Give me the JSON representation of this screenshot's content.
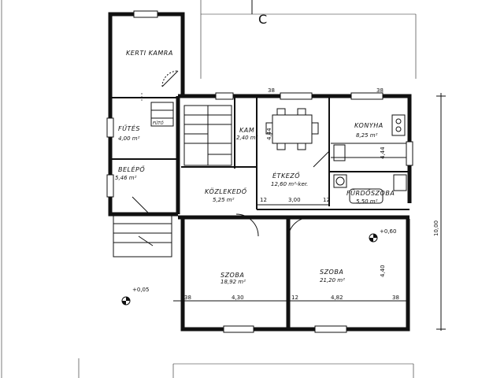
{
  "section_marker": "C",
  "rooms": {
    "garden_storage": {
      "name": "KERTI KAMRA"
    },
    "heating": {
      "name": "FŰTÉS",
      "area": "4,00 m²",
      "note": "FŰTŐ"
    },
    "entrance": {
      "name": "BELÉPŐ",
      "area": "5,46 m²"
    },
    "pantry": {
      "name": "KAM",
      "area": "2,40 m²"
    },
    "dining": {
      "name": "ÉTKEZŐ",
      "area": "12,60 m²-ker."
    },
    "kitchen": {
      "name": "KONYHA",
      "area": "8,25 m²"
    },
    "corridor": {
      "name": "KÖZLEKEDŐ",
      "area": "5,25 m²"
    },
    "bathroom": {
      "name": "FÜRDŐSZOBA",
      "area": "5,50 m²"
    },
    "room_left": {
      "name": "SZOBA",
      "area": "18,92 m²"
    },
    "room_right": {
      "name": "SZOBA",
      "area": "21,20 m²"
    }
  },
  "dimensions": {
    "wall_top_left": "38",
    "wall_top_right": "38",
    "kitchen_height": "4,44",
    "dining_height": "4,44",
    "corridor_left": "12",
    "corridor_width": "3,00",
    "corridor_right": "12",
    "room_height": "4,40",
    "bottom_left": "38",
    "room_left_width": "4,30",
    "bottom_mid": "12",
    "room_right_width": "4,82",
    "bottom_right": "38",
    "overall_height": "10,00"
  },
  "levels": {
    "outside": "+0,05",
    "inside": "+0,60"
  }
}
